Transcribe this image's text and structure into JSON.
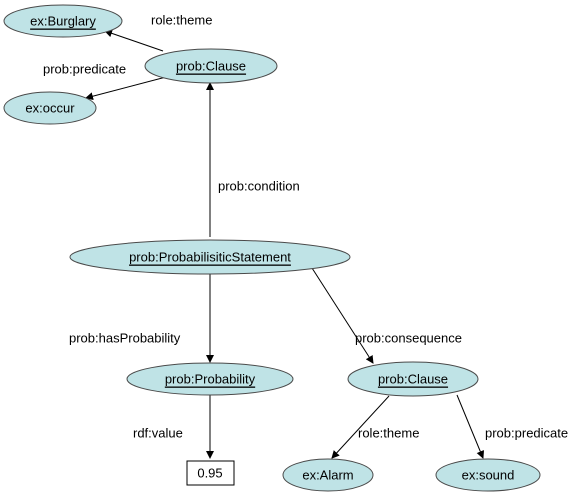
{
  "colors": {
    "node_fill": "#bfe3e6",
    "node_stroke": "#4a4a4a",
    "edge": "#000000"
  },
  "nodes": {
    "burglary": {
      "label": "ex:Burglary",
      "underlined": true
    },
    "clause_top": {
      "label": "prob:Clause",
      "underlined": true
    },
    "occur": {
      "label": "ex:occur",
      "underlined": false
    },
    "statement": {
      "label": "prob:ProbabilisiticStatement",
      "underlined": true
    },
    "probability": {
      "label": "prob:Probability",
      "underlined": true
    },
    "clause_bottom": {
      "label": "prob:Clause",
      "underlined": true
    },
    "value": {
      "label": "0.95",
      "underlined": false
    },
    "alarm": {
      "label": "ex:Alarm",
      "underlined": false
    },
    "sound": {
      "label": "ex:sound",
      "underlined": false
    }
  },
  "edges": {
    "top_theme": {
      "label": "role:theme"
    },
    "top_predicate": {
      "label": "prob:predicate"
    },
    "condition": {
      "label": "prob:condition"
    },
    "has_probability": {
      "label": "prob:hasProbability"
    },
    "consequence": {
      "label": "prob:consequence"
    },
    "rdf_value": {
      "label": "rdf:value"
    },
    "bottom_theme": {
      "label": "role:theme"
    },
    "bottom_predicate": {
      "label": "prob:predicate"
    }
  }
}
